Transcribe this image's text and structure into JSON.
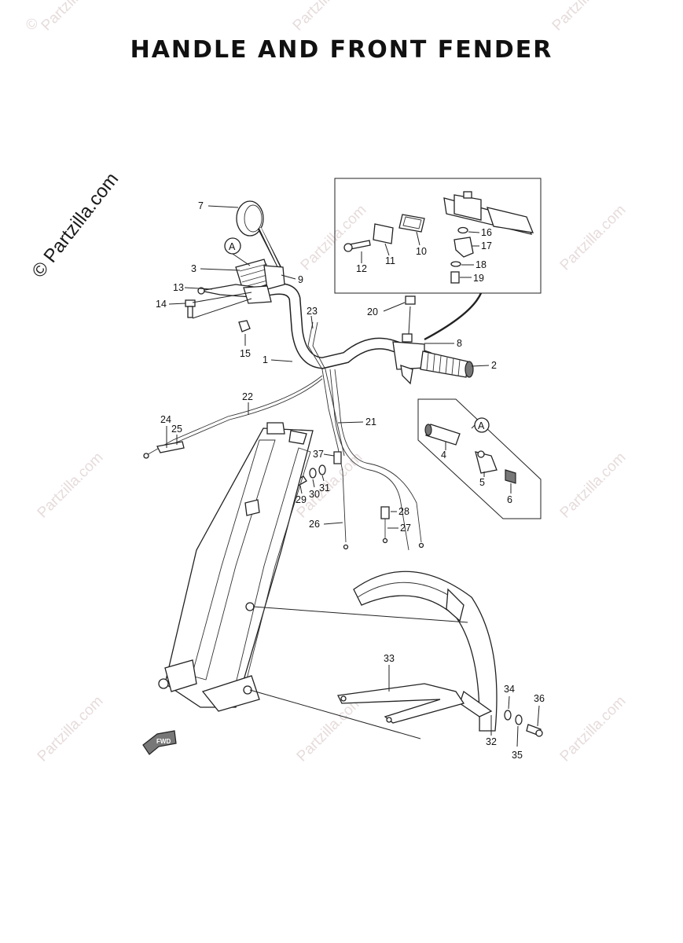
{
  "title": "HANDLE AND FRONT FENDER",
  "watermark": "Partzilla.com",
  "watermark_side": "© Partzilla.com",
  "fwd_label": "FWD",
  "inset_marker": "A",
  "callouts": {
    "c1": "1",
    "c2": "2",
    "c3": "3",
    "c4": "4",
    "c5": "5",
    "c6": "6",
    "c7": "7",
    "c8": "8",
    "c9": "9",
    "c10": "10",
    "c11": "11",
    "c12": "12",
    "c13": "13",
    "c14": "14",
    "c15": "15",
    "c16": "16",
    "c17": "17",
    "c18": "18",
    "c19": "19",
    "c20": "20",
    "c21": "21",
    "c22": "22",
    "c23": "23",
    "c24": "24",
    "c25": "25",
    "c26": "26",
    "c27": "27",
    "c28": "28",
    "c29": "29",
    "c30": "30",
    "c31": "31",
    "c32": "32",
    "c33": "33",
    "c34": "34",
    "c35": "35",
    "c36": "36",
    "c37": "37"
  },
  "colors": {
    "ink": "#222222",
    "watermark": "#e7dcdc"
  }
}
